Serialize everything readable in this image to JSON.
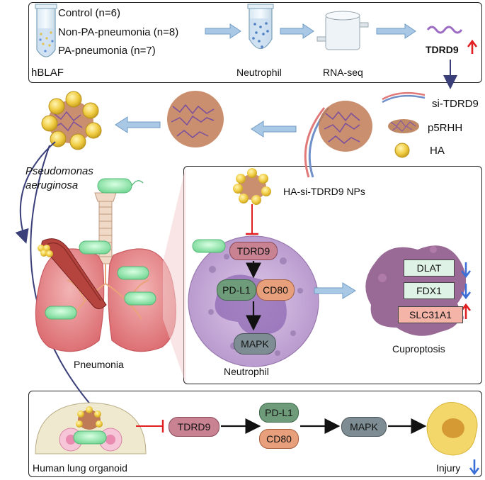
{
  "top": {
    "groups": [
      "Control (n=6)",
      "Non-PA-pneumonia (n=8)",
      "PA-pneumonia (n=7)"
    ],
    "sample": "hBLAF",
    "cell": "Neutrophil",
    "method": "RNA-seq",
    "gene": "TDRD9"
  },
  "legend": {
    "sirna": "si-TDRD9",
    "polymer": "p5RHH",
    "ha": "HA"
  },
  "middle": {
    "bacteria": "Pseudomonas aeruginosa",
    "lung": "Pneumonia",
    "np_label": "HA-si-TDRD9 NPs",
    "tdrd9": "TDRD9",
    "pdl1": "PD-L1",
    "cd80": "CD80",
    "mapk": "MAPK",
    "neutrophil": "Neutrophil",
    "dlat": "DLAT",
    "fdx1": "FDX1",
    "slc": "SLC31A1",
    "cuproptosis": "Cuproptosis"
  },
  "bottom": {
    "organoid": "Human lung organoid",
    "tdrd9": "TDRD9",
    "pdl1": "PD-L1",
    "cd80": "CD80",
    "mapk": "MAPK",
    "injury": "Injury"
  },
  "colors": {
    "tdrd9": "#c98291",
    "pdl1": "#6e9c7a",
    "cd80": "#e8a07c",
    "mapk": "#7d8d93",
    "arrow_block": "#7fa8cf",
    "up": "#e02020",
    "down": "#3a6fd8"
  }
}
